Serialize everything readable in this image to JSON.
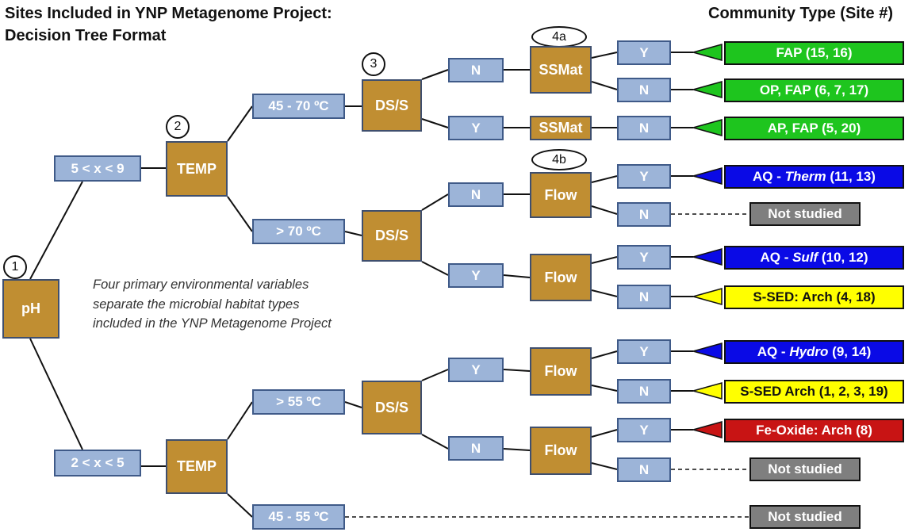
{
  "title": {
    "line1": "Sites Included in YNP Metagenome Project:",
    "line2": "Decision Tree Format"
  },
  "legend_title": "Community Type (Site #)",
  "caption": {
    "line1": "Four primary environmental variables",
    "line2": "separate the microbial habitat types",
    "line3": "included in the YNP Metagenome Project"
  },
  "steps": {
    "ph": "1",
    "temp": "2",
    "dss": "3",
    "ssmat": "4a",
    "flow": "4b"
  },
  "decisions": {
    "ph": "pH",
    "temp_upper": "TEMP",
    "temp_lower": "TEMP",
    "dss_a": "DS/S",
    "dss_b": "DS/S",
    "dss_c": "DS/S",
    "ssmat_1": "SSMat",
    "ssmat_2": "SSMat",
    "flow_1": "Flow",
    "flow_2": "Flow",
    "flow_3": "Flow",
    "flow_4": "Flow"
  },
  "values": {
    "ph_high": "5 < x < 9",
    "ph_low": "2 < x < 5",
    "temp_45_70": "45 - 70 ºC",
    "temp_gt70": "> 70 ºC",
    "temp_gt55": "> 55 ºC",
    "temp_45_55": "45 - 55 ºC",
    "a_n": "N",
    "a_y": "Y",
    "b_n": "N",
    "b_y": "Y",
    "c_y": "Y",
    "c_n": "N",
    "s1_y": "Y",
    "s1_n": "N",
    "s2_n": "N",
    "f1_y": "Y",
    "f1_n": "N",
    "f2_y": "Y",
    "f2_n": "N",
    "f3_y": "Y",
    "f3_n": "N",
    "f4_y": "Y",
    "f4_n": "N"
  },
  "results": {
    "r1": "FAP (15, 16)",
    "r2": "OP, FAP (6, 7, 17)",
    "r3": "AP, FAP (5, 20)",
    "r4_pre": "AQ - ",
    "r4_em": "Therm",
    "r4_post": " (11, 13)",
    "r5": "Not studied",
    "r6_pre": "AQ - ",
    "r6_em": "Sulf",
    "r6_post": " (10, 12)",
    "r7": "S-SED: Arch (4, 18)",
    "r8_pre": "AQ - ",
    "r8_em": "Hydro",
    "r8_post": " (9, 14)",
    "r9": "S-SED Arch (1, 2, 3, 19)",
    "r10": "Fe-Oxide: Arch (8)",
    "r11": "Not studied",
    "r12": "Not studied"
  },
  "colors": {
    "decision_fill": "#c08e32",
    "value_fill": "#9cb4d8",
    "green": "#1ec51e",
    "blue": "#0a0ae6",
    "yellow": "#ffff00",
    "red": "#c81414",
    "gray": "#7f7f7f"
  }
}
